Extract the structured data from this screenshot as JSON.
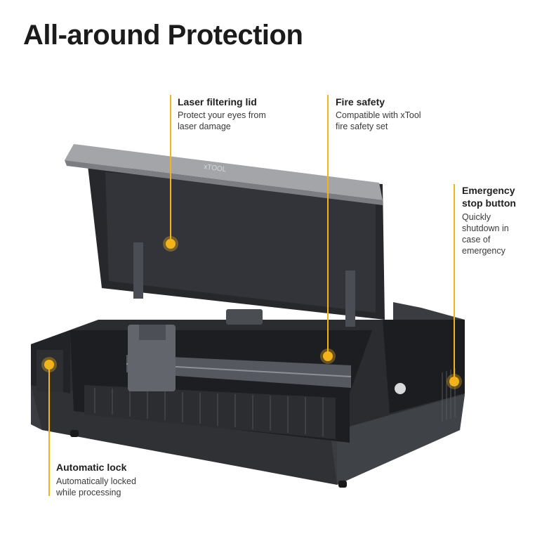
{
  "header": {
    "title": "All-around Protection"
  },
  "product": {
    "logo_text": "xTOOL"
  },
  "callouts": {
    "lid": {
      "title": "Laser filtering lid",
      "desc_line1": "Protect your eyes from",
      "desc_line2": "laser damage"
    },
    "fire": {
      "title": "Fire safety",
      "desc_line1": "Compatible with xTool",
      "desc_line2": "fire safety set"
    },
    "emergency": {
      "title_line1": "Emergency",
      "title_line2": "stop button",
      "desc_line1": "Quickly",
      "desc_line2": "shutdown in",
      "desc_line3": "case of",
      "desc_line4": "emergency"
    },
    "lock": {
      "title": "Automatic lock",
      "desc_line1": "Automatically locked",
      "desc_line2": "while processing"
    }
  },
  "colors": {
    "accent": "#f2b31c",
    "machine_body": "#3b3d42",
    "lid_top": "#9a9ca0"
  }
}
